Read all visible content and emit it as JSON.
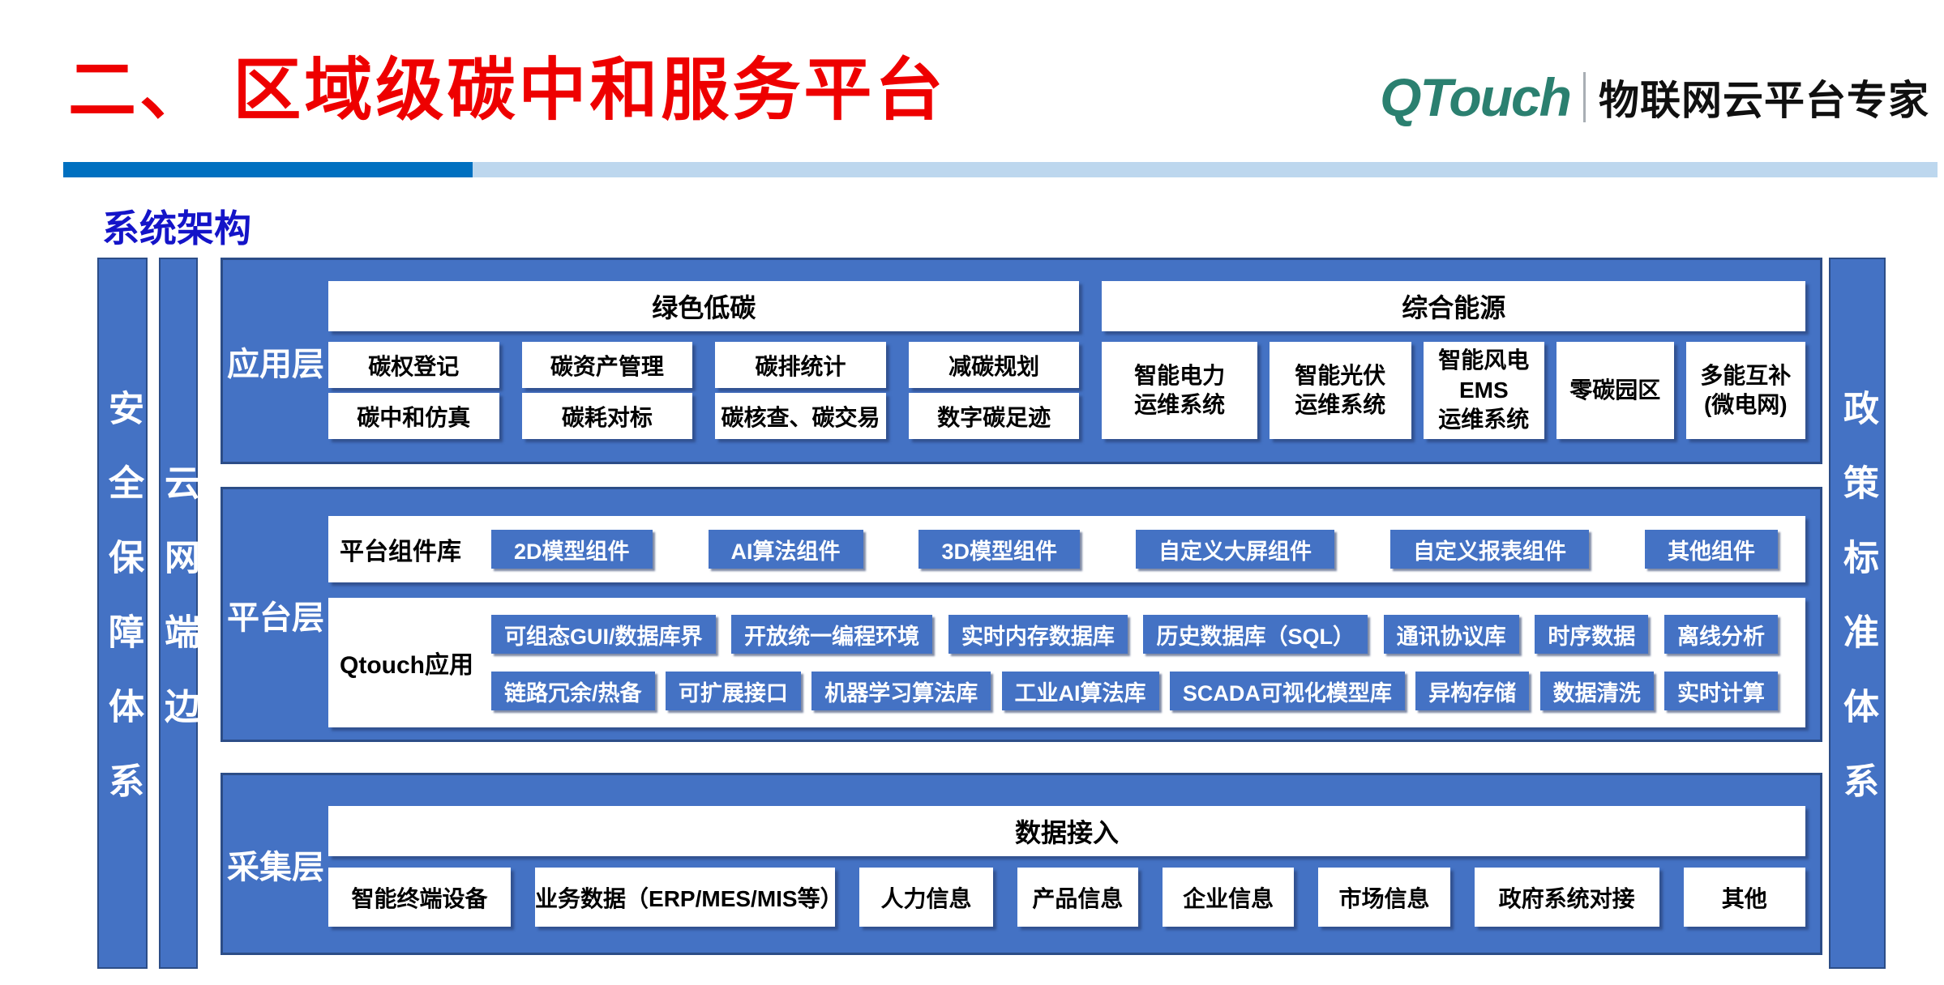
{
  "header": {
    "title": "二、 区域级碳中和服务平台",
    "logo_text": "QTouch",
    "logo_tagline": "物联网云平台专家",
    "section_label": "系统架构"
  },
  "side_bars": {
    "left_outer": "安全保障体系",
    "left_inner": "云网端边",
    "right": "政策标准体系"
  },
  "layers": {
    "application": {
      "label": "应用层",
      "green": {
        "header": "绿色低碳",
        "items": [
          "碳权登记",
          "碳资产管理",
          "碳排统计",
          "减碳规划",
          "碳中和仿真",
          "碳耗对标",
          "碳核查、碳交易",
          "数字碳足迹"
        ]
      },
      "energy": {
        "header": "综合能源",
        "items": [
          "智能电力\n运维系统",
          "智能光伏\n运维系统",
          "智能风电\nEMS\n运维系统",
          "零碳园区",
          "多能互补\n(微电网)"
        ]
      }
    },
    "platform": {
      "label": "平台层",
      "components": {
        "label": "平台组件库",
        "chips": [
          "2D模型组件",
          "AI算法组件",
          "3D模型组件",
          "自定义大屏组件",
          "自定义报表组件",
          "其他组件"
        ]
      },
      "qtouch": {
        "label": "Qtouch应用",
        "row1": [
          "可组态GUI/数据库界",
          "开放统一编程环境",
          "实时内存数据库",
          "历史数据库（SQL）",
          "通讯协议库",
          "时序数据",
          "离线分析"
        ],
        "row2": [
          "链路冗余/热备",
          "可扩展接口",
          "机器学习算法库",
          "工业AI算法库",
          "SCADA可视化模型库",
          "异构存储",
          "数据清洗",
          "实时计算"
        ]
      }
    },
    "collection": {
      "label": "采集层",
      "header": "数据接入",
      "items": [
        "智能终端设备",
        "业务数据（ERP/MES/MIS等）",
        "人力信息",
        "产品信息",
        "企业信息",
        "市场信息",
        "政府系统对接",
        "其他"
      ]
    }
  },
  "colors": {
    "accent_blue": "#4472c4",
    "border_navy": "#2c4d87",
    "title_red": "#ee0000",
    "section_blue": "#1414c8",
    "rule_dark": "#0070c0",
    "rule_light": "#bdd7ee",
    "logo_teal": "#2b8070"
  }
}
